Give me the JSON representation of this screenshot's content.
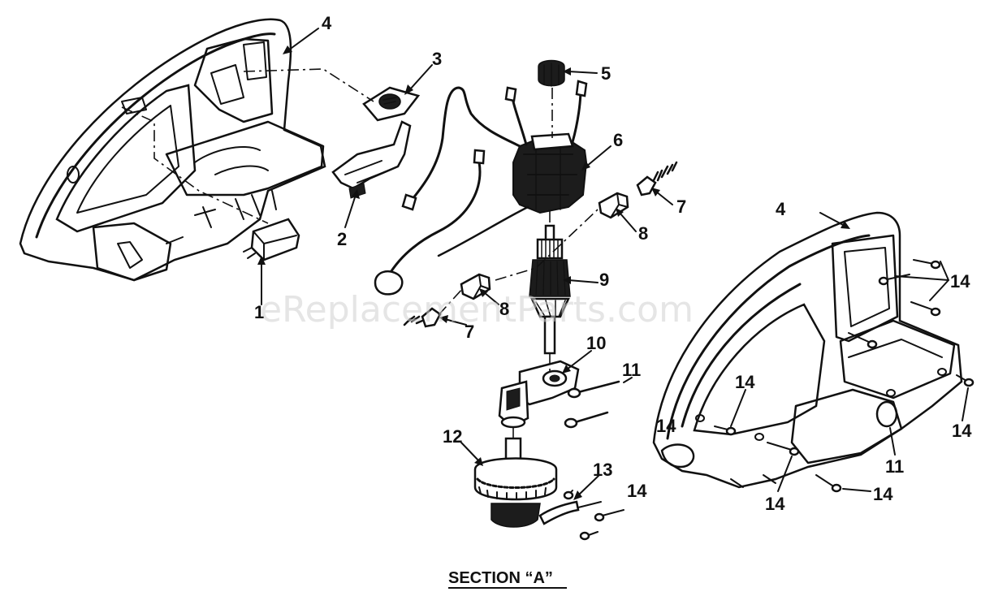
{
  "diagram": {
    "section_caption": "SECTION “A”",
    "watermark": "eReplacementParts.com",
    "callouts": [
      "1",
      "2",
      "3",
      "4",
      "4",
      "5",
      "6",
      "7",
      "7",
      "8",
      "8",
      "9",
      "10",
      "11",
      "11",
      "12",
      "13",
      "14",
      "14",
      "14",
      "14",
      "14",
      "14",
      "14"
    ]
  },
  "colors": {
    "ink": "#111111",
    "background": "#ffffff",
    "watermark": "#cfcfcf"
  }
}
